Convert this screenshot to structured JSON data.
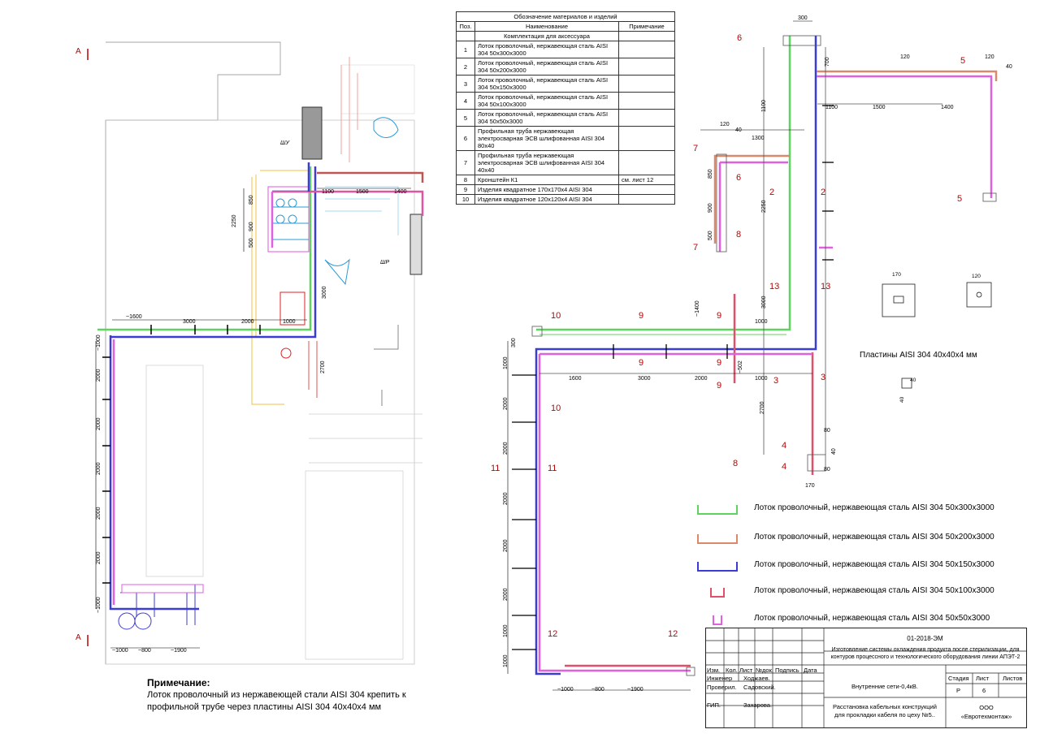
{
  "table": {
    "title": "Обозначение материалов и изделий",
    "col_pos": "Поз.",
    "col_name": "Наименование",
    "col_note": "Примечание",
    "group": "Комплектация для аксессуара",
    "rows": [
      {
        "pos": "1",
        "name": "Лоток проволочный, нержавеющая сталь AISI 304 50x300x3000",
        "note": ""
      },
      {
        "pos": "2",
        "name": "Лоток проволочный, нержавеющая сталь AISI 304 50x200x3000",
        "note": ""
      },
      {
        "pos": "3",
        "name": "Лоток проволочный, нержавеющая сталь AISI 304 50x150x3000",
        "note": ""
      },
      {
        "pos": "4",
        "name": "Лоток проволочный, нержавеющая сталь AISI 304 50x100x3000",
        "note": ""
      },
      {
        "pos": "5",
        "name": "Лоток проволочный, нержавеющая сталь AISI 304 50x50x3000",
        "note": ""
      },
      {
        "pos": "6",
        "name": "Профильная труба нержавеющая электросварная ЭСВ шлифованная AISI 304 80x40",
        "note": ""
      },
      {
        "pos": "7",
        "name": "Профильная труба нержавеющая электросварная ЭСВ шлифованная AISI 304 40x40",
        "note": ""
      },
      {
        "pos": "8",
        "name": "Кронштейн К1",
        "note": "см. лист 12"
      },
      {
        "pos": "9",
        "name": "Изделия квадратное 170x170x4 AISI 304",
        "note": ""
      },
      {
        "pos": "10",
        "name": "Изделия квадратное 120x120x4 AISI 304",
        "note": ""
      }
    ]
  },
  "legend": [
    {
      "label": "Лоток проволочный, нержавеющая сталь AISI 304 50x300x3000",
      "color": "#5fd35f"
    },
    {
      "label": "Лоток проволочный, нержавеющая сталь AISI 304 50x200x3000",
      "color": "#d98a6a"
    },
    {
      "label": "Лоток проволочный, нержавеющая сталь AISI 304 50x150x3000",
      "color": "#3b3bd6"
    },
    {
      "label": "Лоток проволочный, нержавеющая сталь AISI 304 50x100x3000",
      "color": "#e0506a"
    },
    {
      "label": "Лоток проволочный, нержавеющая сталь AISI 304 50x50x3000",
      "color": "#e060e0"
    }
  ],
  "note": {
    "title": "Примечание:",
    "line1": "Лоток проволочный из нержавеющей стали AISI 304 крепить к",
    "line2": "профильной трубе через пластины AISI 304 40x40x4 мм"
  },
  "plates_label": "Пластины AISI 304 40x40x4 мм",
  "stamp": {
    "code": "01-2018-ЭМ",
    "project": "Изготовление системы охлаждения продукта после стерилизации, для контуров процессного и технологического оборудования линии АПЭТ-2",
    "h_izm": "Изм.",
    "h_kol": "Кол.",
    "h_list": "Лист",
    "h_ndok": "№док.",
    "h_podp": "Подпись",
    "h_data": "Дата",
    "r1_role": "Инженер",
    "r1_name": "Ходжаев.",
    "r2_role": "Проверил.",
    "r2_name": "Садовский.",
    "r3_role": "ГИП.",
    "r3_name": "Захарова.",
    "subtitle": "Внутренние сети-0,4кВ.",
    "sheet_title": "Расстановка кабельных конструкций для прокладки кабеля по цеху №5..",
    "h_stage": "Стадия",
    "h_sheet": "Лист",
    "h_sheets": "Листов",
    "stage": "Р",
    "sheet": "6",
    "org1": "ООО",
    "org2": "«Евротехмонтаж»"
  },
  "plan_labels": {
    "section_a": "А",
    "shu": "ШУ",
    "shr": "ШР"
  },
  "dims": {
    "d1100": "1100",
    "d1500": "1500",
    "d1400": "1400",
    "d3000": "3000",
    "d2000": "2000",
    "d1600": "~1600",
    "d1000": "1000",
    "d2250": "2250",
    "d850": "850",
    "d900": "900",
    "d500": "500",
    "d2700": "2700",
    "d300": "300",
    "d1300": "1300",
    "d120": "120",
    "d40": "40",
    "d170": "170",
    "d80": "80",
    "d700": "700",
    "d1900": "~1900",
    "d800": "~800",
    "d1000t": "~1000",
    "d1400b": "~1400",
    "d502": "~502",
    "d1600b": "1600"
  }
}
